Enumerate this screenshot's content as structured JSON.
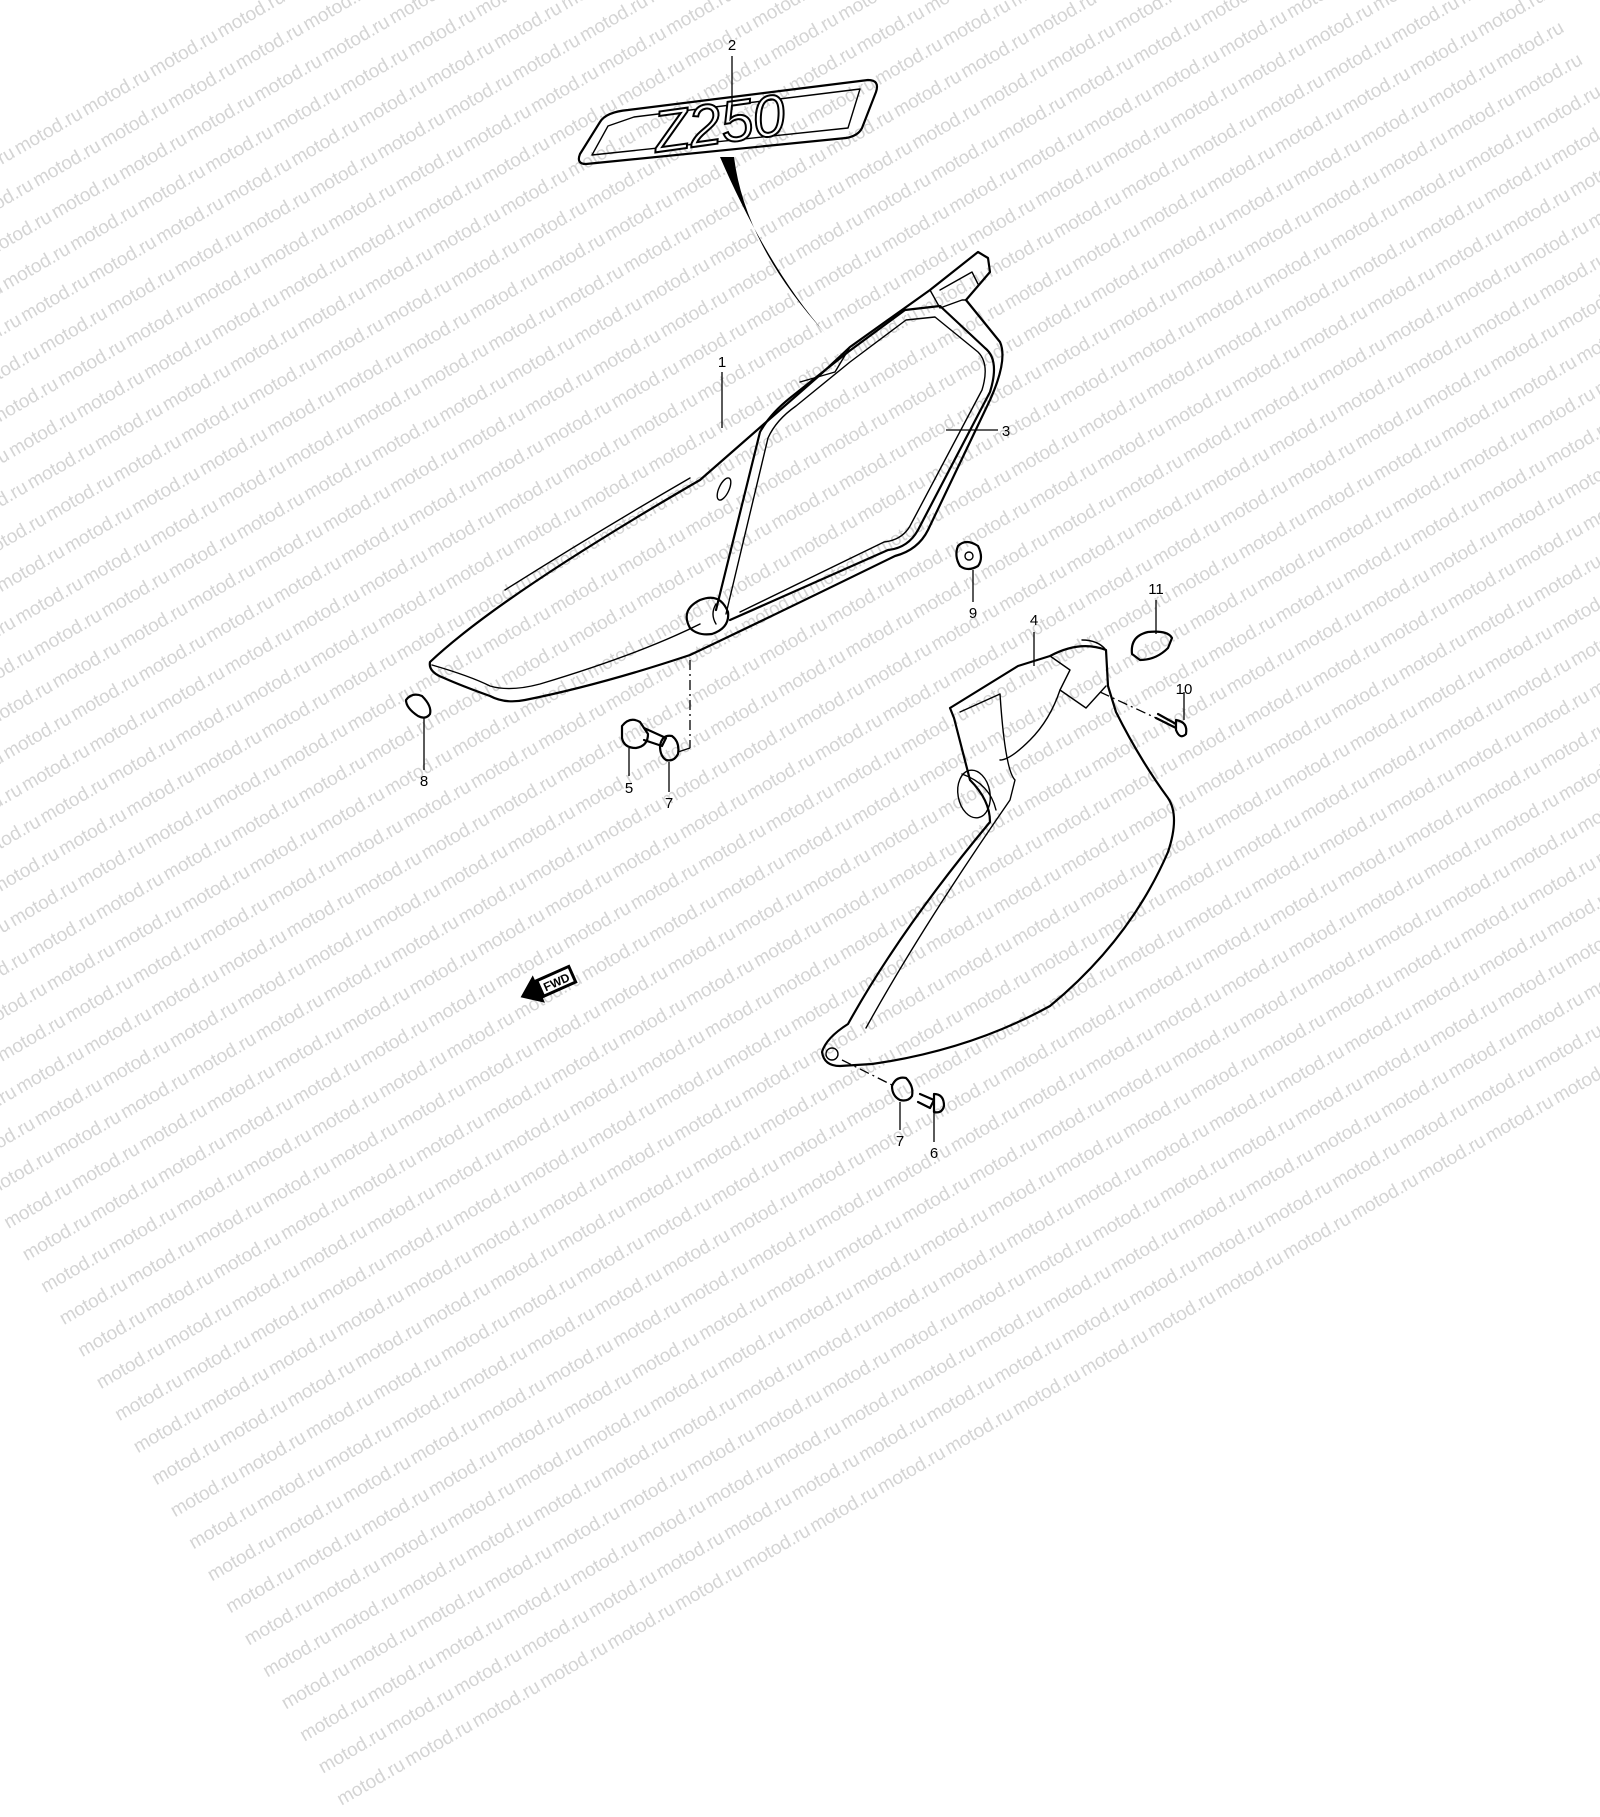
{
  "watermark": "motod.ru",
  "emblem_text": "Z250",
  "fwd_label": "FWD",
  "callouts": {
    "c1": "1",
    "c2": "2",
    "c3": "3",
    "c4": "4",
    "c5": "5",
    "c6": "6",
    "c7a": "7",
    "c7b": "7",
    "c8": "8",
    "c9": "9",
    "c10": "10",
    "c11": "11"
  }
}
